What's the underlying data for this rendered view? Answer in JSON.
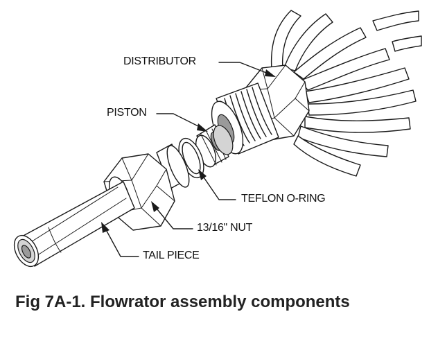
{
  "labels": {
    "distributor": "DISTRIBUTOR",
    "piston": "PISTON",
    "teflon_o_ring": "TEFLON O-RING",
    "nut": "13/16\" NUT",
    "tail_piece": "TAIL PIECE"
  },
  "caption": "Fig 7A-1.  Flowrator assembly components",
  "colors": {
    "line": "#1a1a1a",
    "shade_light": "#d4d4d4",
    "shade_dark": "#9a9a9a",
    "background": "#ffffff"
  }
}
